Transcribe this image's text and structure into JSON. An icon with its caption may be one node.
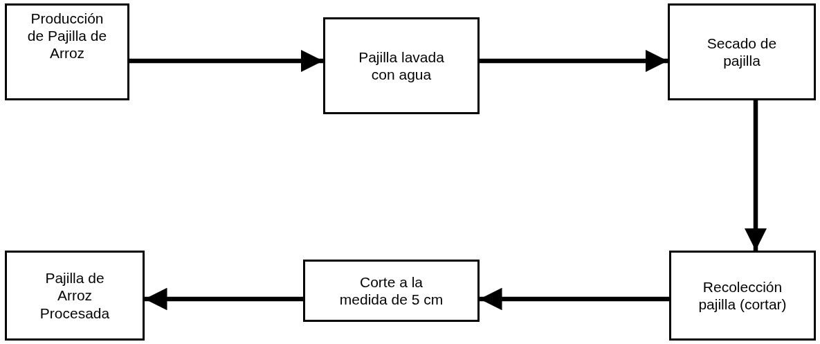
{
  "diagram": {
    "nodes": [
      {
        "text": [
          "Producción de Pajilla de Arroz"
        ]
      },
      {
        "text": [
          "Pajilla lavada con agua"
        ]
      },
      {
        "text": [
          "Secado de pajilla"
        ]
      },
      {
        "text": [
          "Recolección pajilla (cortar)"
        ]
      },
      {
        "text": [
          "Corte a la medida de 5 cm"
        ]
      },
      {
        "text": [
          "Pajilla de Arroz Procesada"
        ]
      }
    ],
    "edges": [
      {
        "from": 0,
        "to": 1,
        "arrow": "to"
      },
      {
        "from": 1,
        "to": 2,
        "arrow": "to"
      },
      {
        "from": 2,
        "to": 3,
        "arrow": "to"
      },
      {
        "from": 3,
        "to": 4,
        "arrow": "to"
      },
      {
        "from": 4,
        "to": 5,
        "arrow": "to"
      }
    ]
  }
}
